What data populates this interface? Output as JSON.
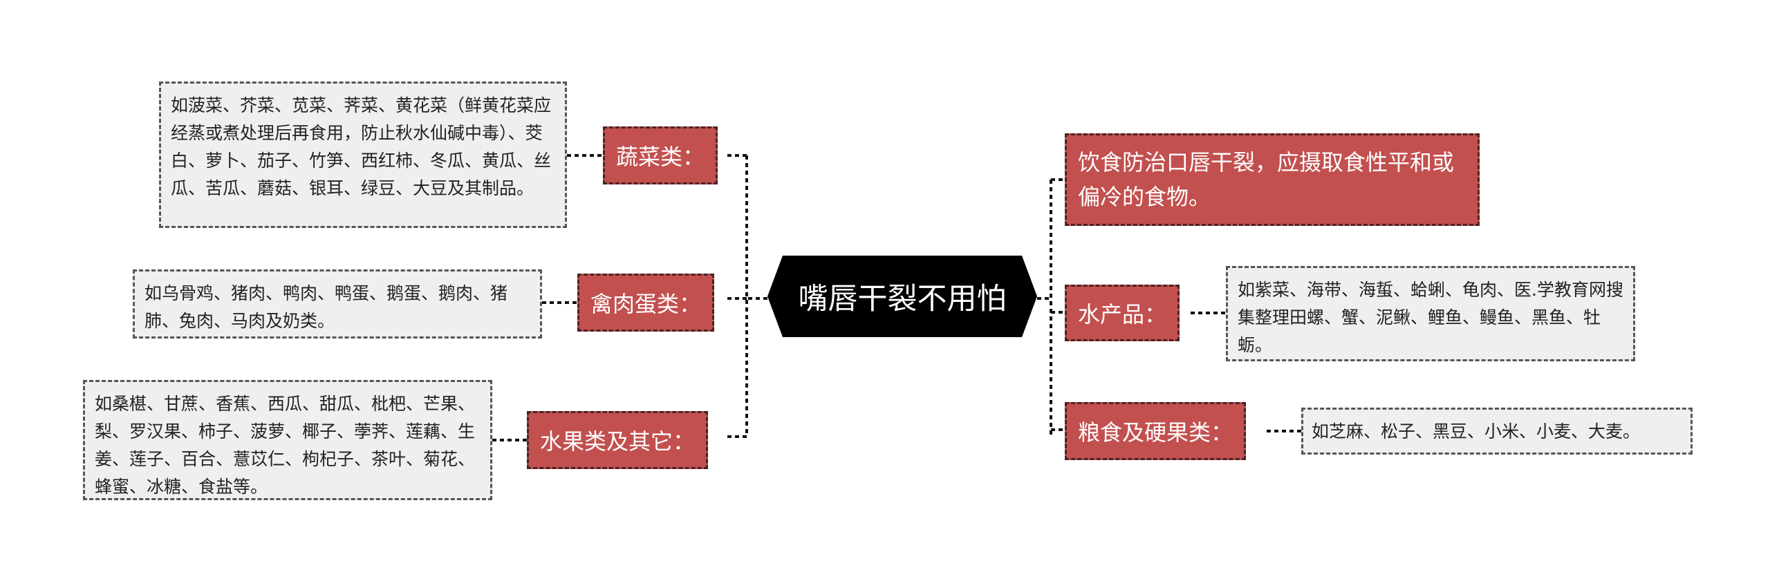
{
  "central": {
    "title": "嘴唇干裂不用怕"
  },
  "left": [
    {
      "category": "蔬菜类：",
      "detail": "如菠菜、芥菜、苋菜、荠菜、黄花菜（鲜黄花菜应经蒸或煮处理后再食用，防止秋水仙碱中毒）、茭白、萝卜、茄子、竹笋、西红柿、冬瓜、黄瓜、丝瓜、苦瓜、蘑菇、银耳、绿豆、大豆及其制品。"
    },
    {
      "category": "禽肉蛋类：",
      "detail": "如乌骨鸡、猪肉、鸭肉、鸭蛋、鹅蛋、鹅肉、猪肺、兔肉、马肉及奶类。"
    },
    {
      "category": "水果类及其它：",
      "detail": "如桑椹、甘蔗、香蕉、西瓜、甜瓜、枇杷、芒果、梨、罗汉果、柿子、菠萝、椰子、荸荠、莲藕、生姜、莲子、百合、薏苡仁、枸杞子、茶叶、菊花、蜂蜜、冰糖、食盐等。"
    }
  ],
  "right": [
    {
      "note": "饮食防治口唇干裂，应摄取食性平和或偏冷的食物。"
    },
    {
      "category": "水产品：",
      "detail": "如紫菜、海带、海蜇、蛤蜊、龟肉、医.学教育网搜集整理田螺、蟹、泥鳅、鲤鱼、鳗鱼、黑鱼、牡蛎。"
    },
    {
      "category": "粮食及硬果类：",
      "detail": "如芝麻、松子、黑豆、小米、小麦、大麦。"
    }
  ]
}
